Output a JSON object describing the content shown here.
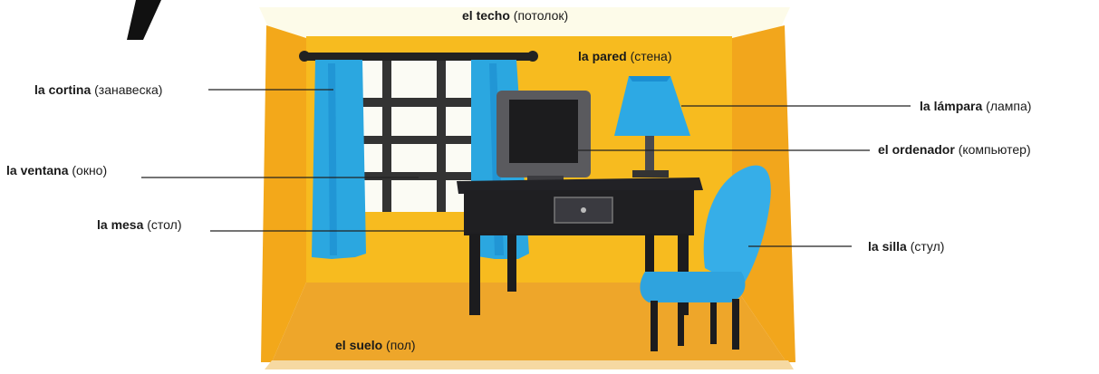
{
  "colors": {
    "wall": "#f5b418",
    "floor": "#eea62a",
    "curtain": "#2ba7e0",
    "furniture": "#1f1f22",
    "chair": "#36aee8",
    "leader_line": "#222222"
  },
  "labels": {
    "ceiling": {
      "word": "el techo",
      "translation": "(потолок)"
    },
    "wall": {
      "word": "la pared",
      "translation": "(стена)"
    },
    "curtain": {
      "word": "la cortina",
      "translation": "(занавеска)"
    },
    "lamp": {
      "word": "la lámpara",
      "translation": "(лампа)"
    },
    "computer": {
      "word": "el ordenador",
      "translation": "(компьютер)"
    },
    "window": {
      "word": "la ventana",
      "translation": "(окно)"
    },
    "table": {
      "word": "la mesa",
      "translation": "(стол)"
    },
    "chair": {
      "word": "la silla",
      "translation": "(стул)"
    },
    "floor": {
      "word": "el suelo",
      "translation": "(пол)"
    }
  }
}
